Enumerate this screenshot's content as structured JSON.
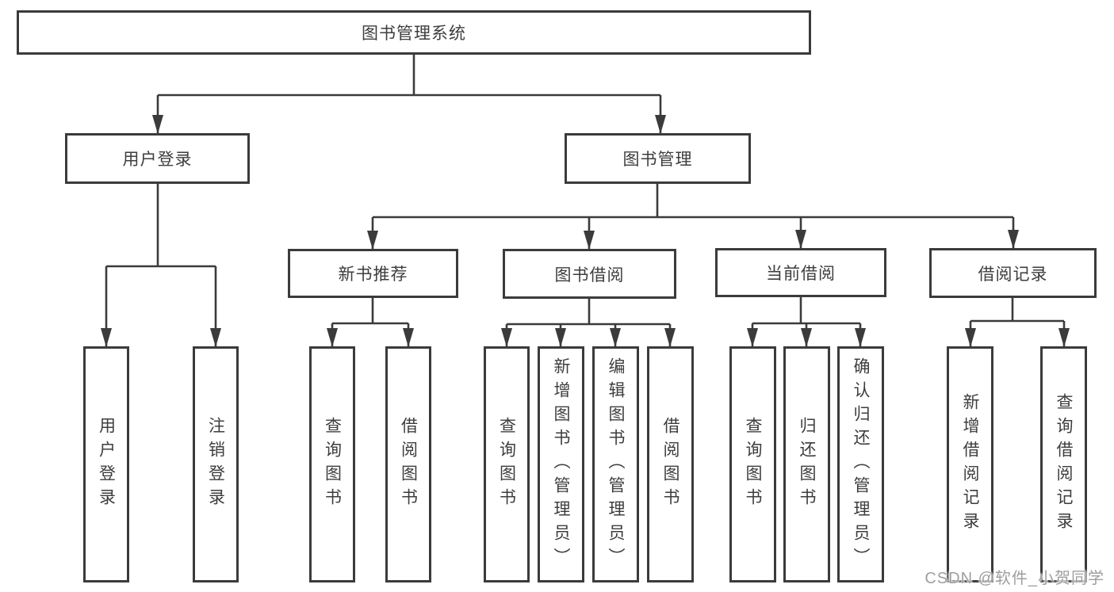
{
  "tree": {
    "label": "图书管理系统",
    "children": [
      {
        "label": "用户登录",
        "children": [
          {
            "label": "用户登录"
          },
          {
            "label": "注销登录"
          }
        ]
      },
      {
        "label": "图书管理",
        "children": [
          {
            "label": "新书推荐",
            "children": [
              {
                "label": "查询图书"
              },
              {
                "label": "借阅图书"
              }
            ]
          },
          {
            "label": "图书借阅",
            "children": [
              {
                "label": "查询图书"
              },
              {
                "label": "新增图书（管理员）"
              },
              {
                "label": "编辑图书（管理员）"
              },
              {
                "label": "借阅图书"
              }
            ]
          },
          {
            "label": "当前借阅",
            "children": [
              {
                "label": "查询图书"
              },
              {
                "label": "归还图书"
              },
              {
                "label": "确认归还（管理员）"
              }
            ]
          },
          {
            "label": "借阅记录",
            "children": [
              {
                "label": "新增借阅记录"
              },
              {
                "label": "查询借阅记录"
              }
            ]
          }
        ]
      }
    ]
  },
  "watermark": {
    "text": "CSDN @软件_小贺同学"
  },
  "colors": {
    "background": "#ffffff",
    "border": "#3b3b3b",
    "line": "#3b3b3b",
    "text": "#3d3d3d",
    "watermark": "#9e9e9e"
  }
}
